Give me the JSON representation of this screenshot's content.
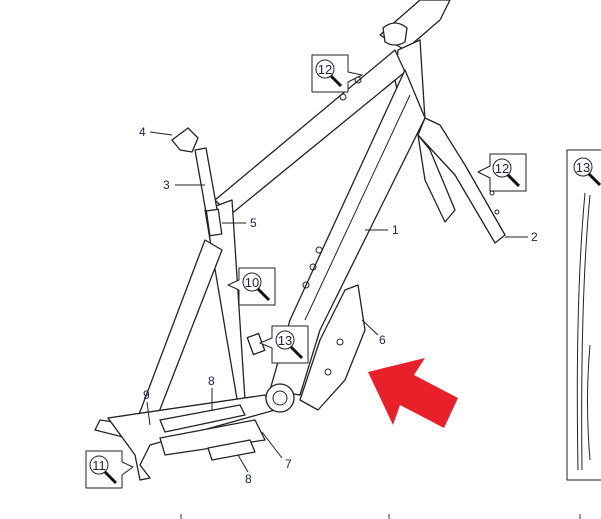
{
  "diagram": {
    "title": "Frame exploded view",
    "part_labels": [
      "1",
      "2",
      "3",
      "4",
      "5",
      "6",
      "7",
      "8",
      "8",
      "9"
    ],
    "callouts": [
      "12",
      "12",
      "10",
      "13",
      "11",
      "13"
    ],
    "colors": {
      "arrow": "#e8202a",
      "line": "#222222",
      "label": "#1a2440"
    }
  }
}
